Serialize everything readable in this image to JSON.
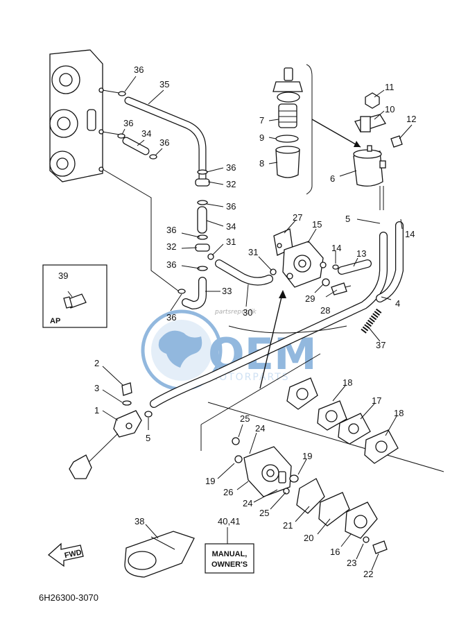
{
  "diagram": {
    "code": "6H26300-3070",
    "ap_label": "AP",
    "fwd_label": "FWD",
    "manual_line1": "MANUAL,",
    "manual_line2": "OWNER'S",
    "watermark_main": "OEM",
    "watermark_sub": "MOTORPARTS",
    "watermark_top": "partsrepublik",
    "colors": {
      "ink": "#111111",
      "watermark": "#3a7fc4",
      "watermark_light": "#a9c9ea"
    },
    "labels": {
      "l1": "1",
      "l2": "2",
      "l3": "3",
      "l4": "4",
      "l5a": "5",
      "l5b": "5",
      "l6": "6",
      "l7": "7",
      "l8": "8",
      "l9": "9",
      "l10": "10",
      "l11": "11",
      "l12": "12",
      "l13": "13",
      "l14a": "14",
      "l14b": "14",
      "l15": "15",
      "l16": "16",
      "l17": "17",
      "l18a": "18",
      "l18b": "18",
      "l19a": "19",
      "l19b": "19",
      "l20": "20",
      "l21": "21",
      "l22": "22",
      "l23": "23",
      "l24a": "24",
      "l24b": "24",
      "l25a": "25",
      "l25b": "25",
      "l26": "26",
      "l27": "27",
      "l28": "28",
      "l29": "29",
      "l30": "30",
      "l31a": "31",
      "l31b": "31",
      "l32a": "32",
      "l32b": "32",
      "l33": "33",
      "l34a": "34",
      "l34b": "34",
      "l35": "35",
      "l36a": "36",
      "l36b": "36",
      "l36c": "36",
      "l36d": "36",
      "l36e": "36",
      "l36f": "36",
      "l36g": "36",
      "l36h": "36",
      "l37": "37",
      "l38": "38",
      "l39": "39",
      "l4041": "40,41"
    }
  }
}
